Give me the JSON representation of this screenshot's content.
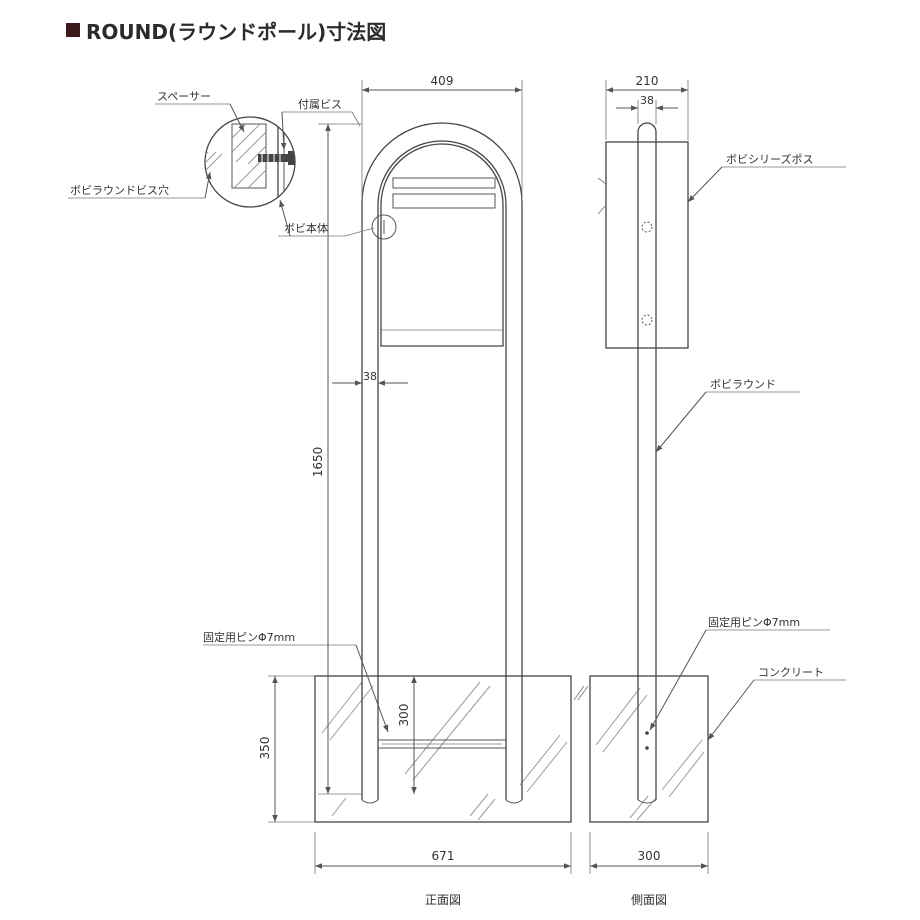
{
  "title": "ROUND(ラウンドポール)寸法図",
  "labels": {
    "spacer": "スペーサー",
    "included_screw": "付属ビス",
    "bobi_round_screw_hole": "ボビラウンドビス穴",
    "bobi_body": "ボビ本体",
    "bobi_series_post": "ボビシリーズポス",
    "bobi_round": "ボビラウンド",
    "fixing_pin_front": "固定用ピンΦ7mm",
    "fixing_pin_side": "固定用ピンΦ7mm",
    "concrete": "コンクリート",
    "front_view": "正面図",
    "side_view": "側面図"
  },
  "dimensions": {
    "front_width_top": "409",
    "pole_diameter_front": "38",
    "height_total": "1650",
    "embed_depth": "300",
    "concrete_height": "350",
    "concrete_width_front": "671",
    "side_width_top": "210",
    "pole_diameter_side": "38",
    "concrete_width_side": "300"
  },
  "colors": {
    "title_square": "#3a1a1a",
    "line": "#555555"
  }
}
